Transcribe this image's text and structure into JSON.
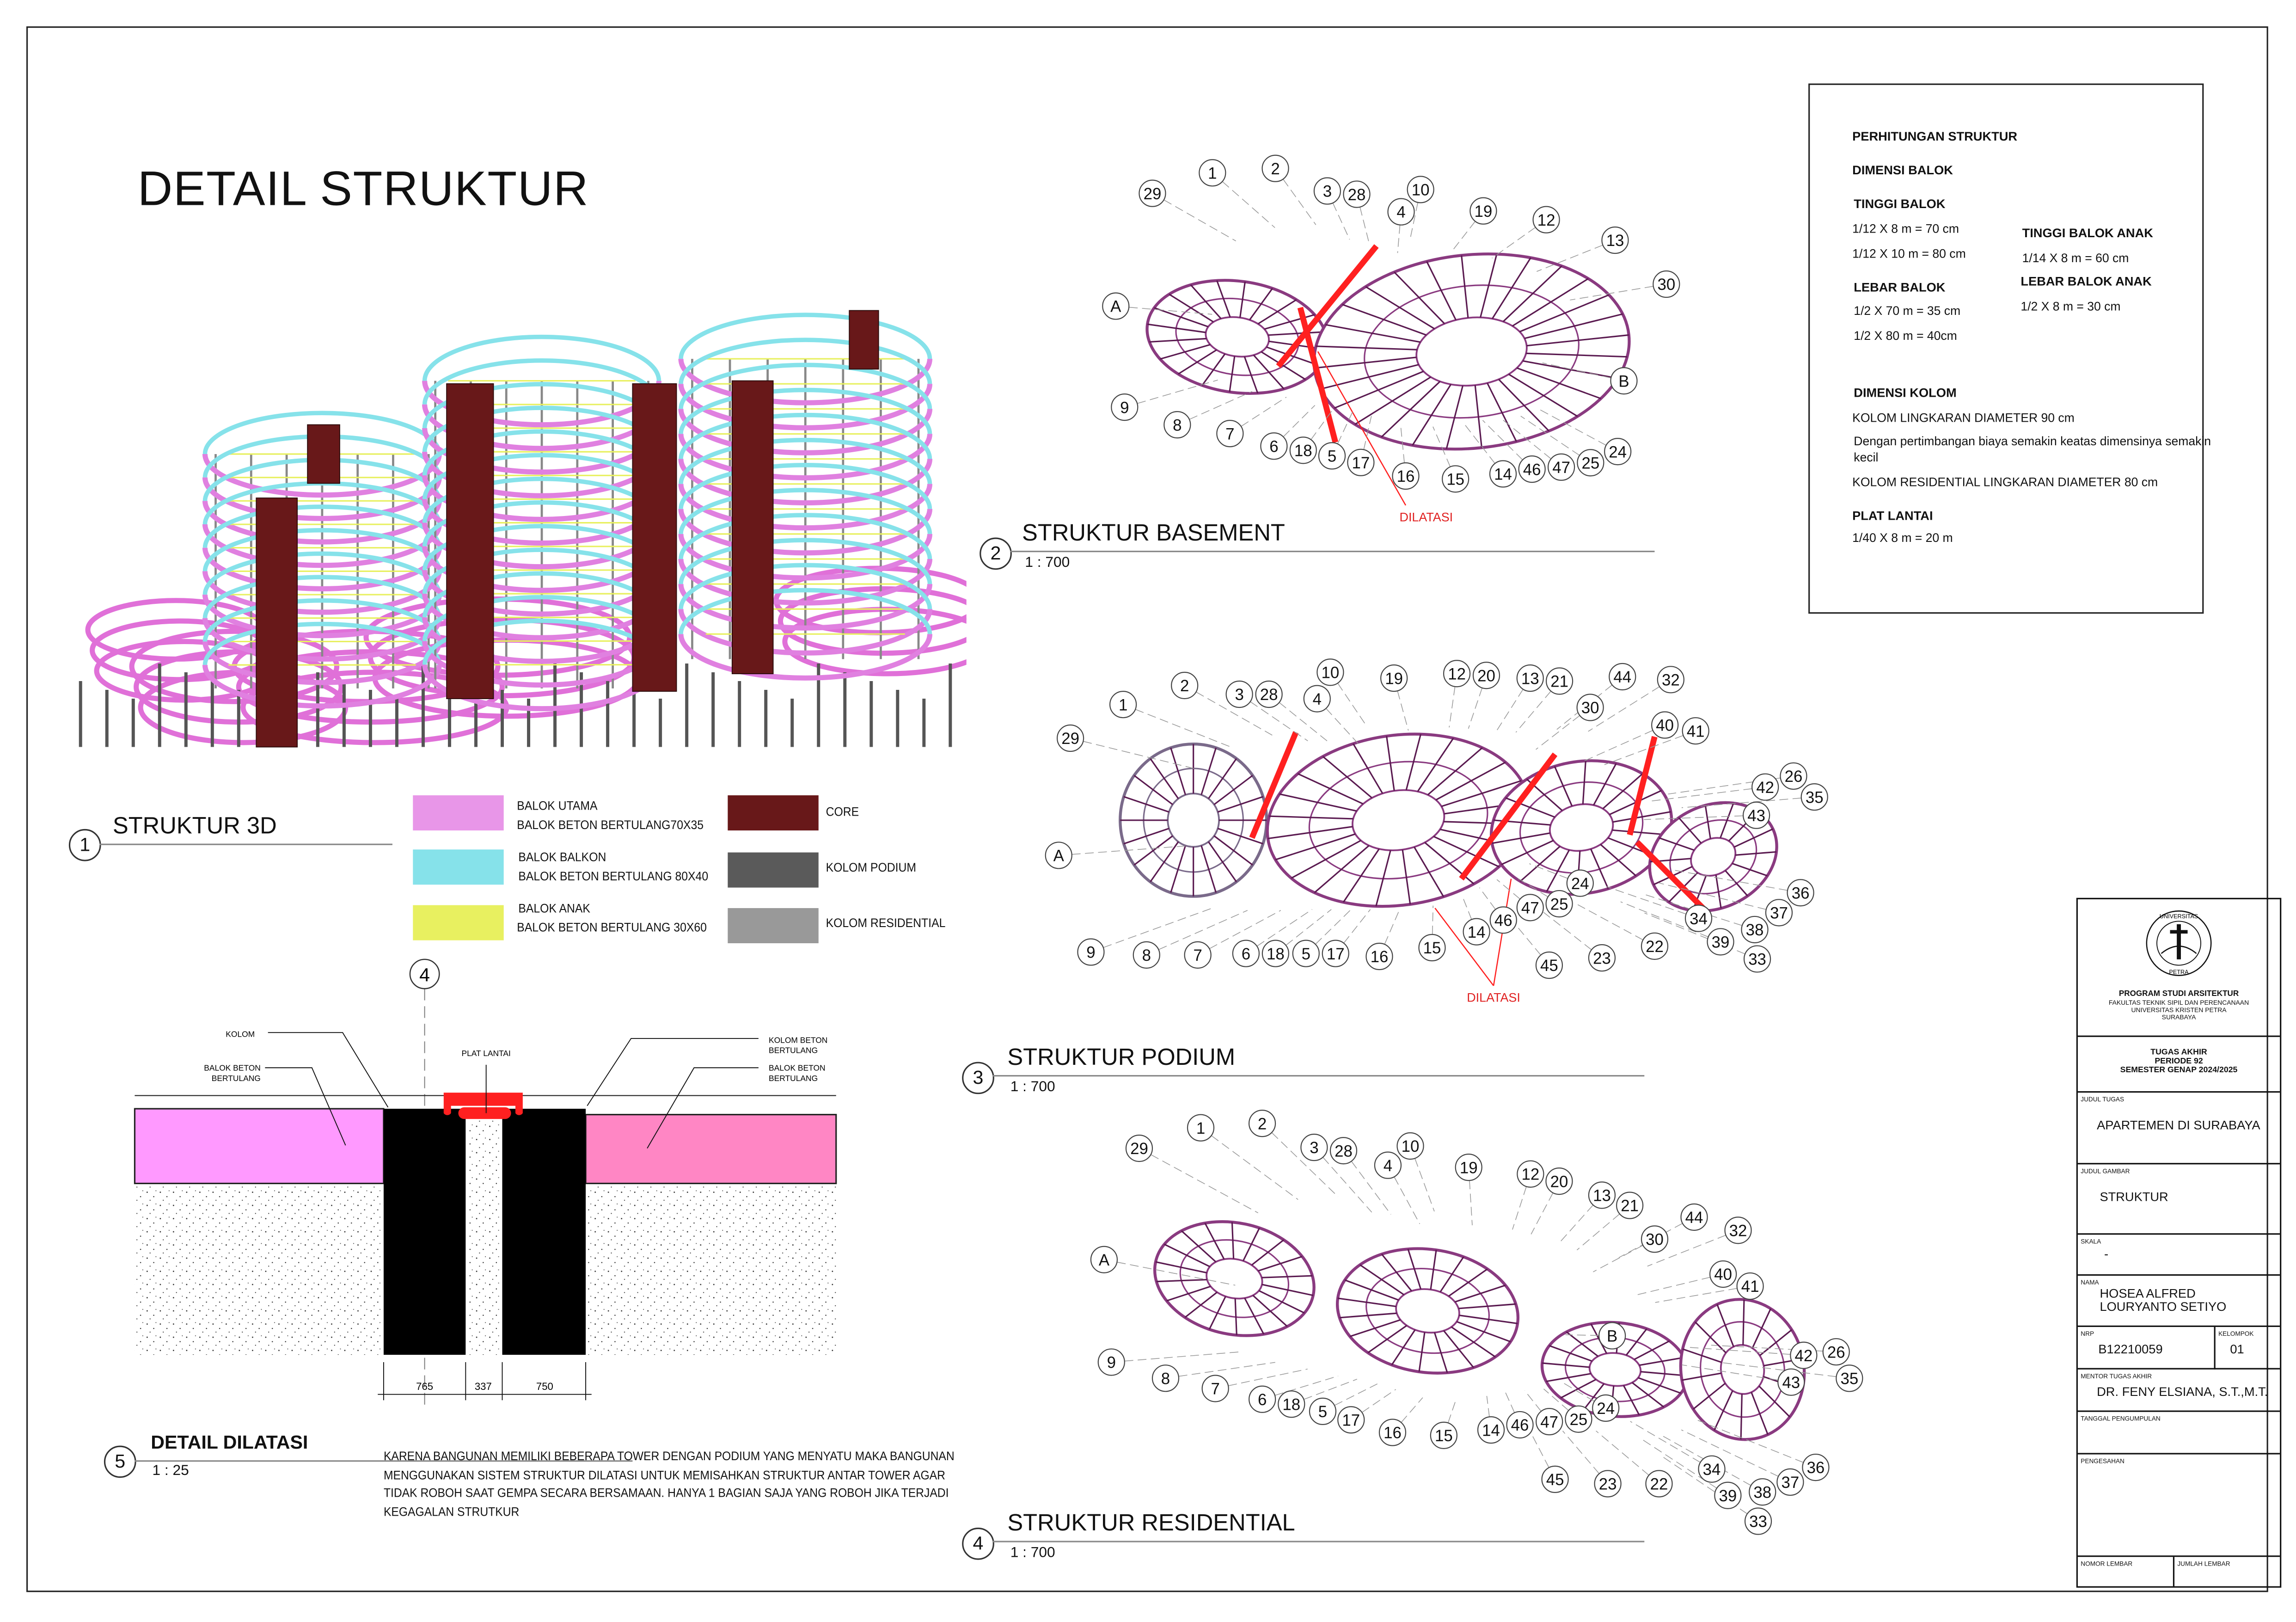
{
  "sheet_title": "DETAIL STRUKTUR",
  "sections": {
    "s1": {
      "number": "1",
      "title": "STRUKTUR 3D"
    },
    "s2": {
      "number": "2",
      "title": "STRUKTUR BASEMENT",
      "scale": "1 : 700"
    },
    "s3": {
      "number": "3",
      "title": "STRUKTUR PODIUM",
      "scale": "1 : 700"
    },
    "s4": {
      "number": "4",
      "title": "STRUKTUR RESIDENTIAL",
      "scale": "1 : 700"
    },
    "s5": {
      "number": "5",
      "title": "DETAIL DILATASI",
      "scale": "1 : 25"
    }
  },
  "legend": [
    {
      "line1": "BALOK UTAMA",
      "line2": "BALOK BETON BERTULANG70X35",
      "color": "#e896e8"
    },
    {
      "line1": "BALOK BALKON",
      "line2": "BALOK BETON BERTULANG 80X40",
      "color": "#86e2ea"
    },
    {
      "line1": "BALOK ANAK",
      "line2": "BALOK BETON BERTULANG 30X60",
      "color": "#e8f060"
    },
    {
      "line1": "CORE",
      "color": "#681819"
    },
    {
      "line1": "KOLOM PODIUM",
      "color": "#5a5a5a"
    },
    {
      "line1": "KOLOM RESIDENTIAL",
      "color": "#999999"
    }
  ],
  "calc": {
    "title": "PERHITUNGAN STRUKTUR",
    "dimensi_balok": "DIMENSI BALOK",
    "tinggi_balok": "TINGGI BALOK",
    "tb1": "1/12 X 8 m = 70 cm",
    "tb2": "1/12 X 10 m = 80 cm",
    "lebar_balok": "LEBAR BALOK",
    "lb1": "1/2 X 70 m = 35 cm",
    "lb2": "1/2 X 80 m = 40cm",
    "tinggi_anak": "TINGGI BALOK ANAK",
    "ta1": "1/14 X 8 m = 60 cm",
    "lebar_anak": "LEBAR BALOK ANAK",
    "la1": "1/2 X 8 m = 30 cm",
    "dimensi_kolom": "DIMENSI KOLOM",
    "k1": "KOLOM LINGKARAN DIAMETER 90 cm",
    "k2": "Dengan pertimbangan biaya semakin keatas dimensinya semakin kecil",
    "k3": "KOLOM RESIDENTIAL LINGKARAN DIAMETER 80 cm",
    "plat": "PLAT LANTAI",
    "p1": "1/40 X 8 m = 20 m"
  },
  "dilatasi_detail": {
    "grid": "4",
    "kolom": "KOLOM",
    "balok_left_1": "BALOK BETON",
    "balok_left_2": "BERTULANG",
    "plat": "PLAT LANTAI",
    "kolom_right_1": "KOLOM BETON",
    "kolom_right_2": "BERTULANG",
    "balok_right_1": "BALOK BETON",
    "balok_right_2": "BERTULANG",
    "dims": [
      "765",
      "337",
      "750"
    ],
    "note": "KARENA BANGUNAN MEMILIKI BEBERAPA TOWER DENGAN PODIUM YANG MENYATU MAKA BANGUNAN MENGGUNAKAN SISTEM STRUKTUR DILATASI UNTUK MEMISAHKAN STRUKTUR ANTAR TOWER AGAR TIDAK ROBOH SAAT GEMPA SECARA BERSAMAAN. HANYA 1 BAGIAN SAJA YANG ROBOH JIKA TERJADI KEGAGALAN STRUTKUR"
  },
  "plans": {
    "basement": {
      "grid_labels": [
        "29",
        "1",
        "2",
        "3",
        "28",
        "4",
        "10",
        "19",
        "12",
        "13",
        "30",
        "A",
        "B",
        "9",
        "8",
        "7",
        "6",
        "18",
        "5",
        "17",
        "16",
        "15",
        "14",
        "46",
        "47",
        "25",
        "24"
      ],
      "dilatasi": "DILATASI"
    },
    "podium": {
      "grid_labels": [
        "1",
        "2",
        "3",
        "28",
        "4",
        "10",
        "19",
        "12",
        "20",
        "13",
        "21",
        "44",
        "32",
        "30",
        "40",
        "41",
        "29",
        "26",
        "42",
        "35",
        "43",
        "A",
        "36",
        "37",
        "34",
        "38",
        "39",
        "33",
        "9",
        "8",
        "7",
        "6",
        "18",
        "5",
        "17",
        "16",
        "15",
        "14",
        "46",
        "47",
        "25",
        "24",
        "22",
        "23",
        "45"
      ],
      "dilatasi": "DILATASI"
    },
    "residential": {
      "grid_labels": [
        "29",
        "1",
        "2",
        "3",
        "28",
        "4",
        "10",
        "19",
        "12",
        "20",
        "13",
        "21",
        "44",
        "32",
        "30",
        "A",
        "40",
        "41",
        "26",
        "42",
        "35",
        "43",
        "9",
        "8",
        "7",
        "6",
        "18",
        "5",
        "17",
        "16",
        "15",
        "14",
        "46",
        "47",
        "25",
        "24",
        "B",
        "45",
        "23",
        "22",
        "34",
        "36",
        "37",
        "39",
        "38",
        "33"
      ]
    }
  },
  "title_block": {
    "logo_text": "UNIVERSITAS KRISTEN PETRA",
    "program": "PROGRAM STUDI ARSITEKTUR",
    "faculty": "FAKULTAS TEKNIK SIPIL DAN PERENCANAAN",
    "university": "UNIVERSITAS KRISTEN PETRA",
    "city": "SURABAYA",
    "tugas": "TUGAS AKHIR",
    "periode": "PERIODE 92",
    "semester": "SEMESTER GENAP 2024/2025",
    "judul_tugas_label": "JUDUL TUGAS",
    "judul_tugas": "APARTEMEN DI SURABAYA",
    "judul_gambar_label": "JUDUL GAMBAR",
    "judul_gambar": "STRUKTUR",
    "skala_label": "SKALA",
    "skala": "-",
    "nama_label": "NAMA",
    "nama_1": "HOSEA ALFRED",
    "nama_2": "LOURYANTO SETIYO",
    "nrp_label": "NRP",
    "nrp": "B12210059",
    "kelompok_label": "KELOMPOK",
    "kelompok": "01",
    "mentor_label": "MENTOR TUGAS AKHIR",
    "mentor": "DR. FENY ELSIANA, S.T.,M.T.",
    "tanggal_label": "TANGGAL PENGUMPULAN",
    "pengesahan_label": "PENGESAHAN",
    "nomor_label": "NOMOR LEMBAR",
    "jumlah_label": "JUMLAH LEMBAR"
  }
}
